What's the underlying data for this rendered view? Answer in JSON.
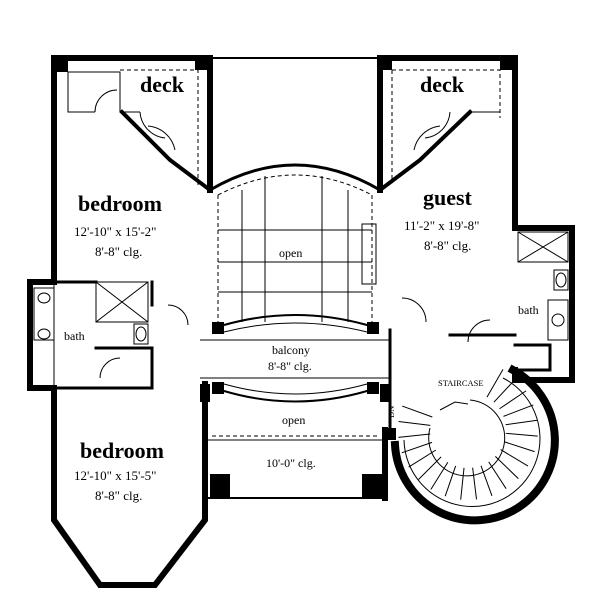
{
  "rooms": {
    "deck_left": {
      "name": "deck"
    },
    "deck_right": {
      "name": "deck"
    },
    "bedroom_upper": {
      "name": "bedroom",
      "size": "12'-10\" x 15'-2\"",
      "ceiling": "8'-8\" clg."
    },
    "guest": {
      "name": "guest",
      "size": "11'-2\" x 19'-8\"",
      "ceiling": "8'-8\" clg."
    },
    "open_upper": {
      "name": "open"
    },
    "bath_left": {
      "name": "bath"
    },
    "bath_right": {
      "name": "bath"
    },
    "balcony": {
      "name": "balcony",
      "ceiling": "8'-8\" clg."
    },
    "staircase": {
      "name": "STAIRCASE"
    },
    "open_lower": {
      "name": "open"
    },
    "bedroom_lower": {
      "name": "bedroom",
      "size": "12'-10\" x 15'-5\"",
      "ceiling": "8'-8\" clg."
    },
    "hall_lower": {
      "ceiling": "10'-0\" clg."
    },
    "stair_tag": {
      "name": "DN"
    }
  }
}
